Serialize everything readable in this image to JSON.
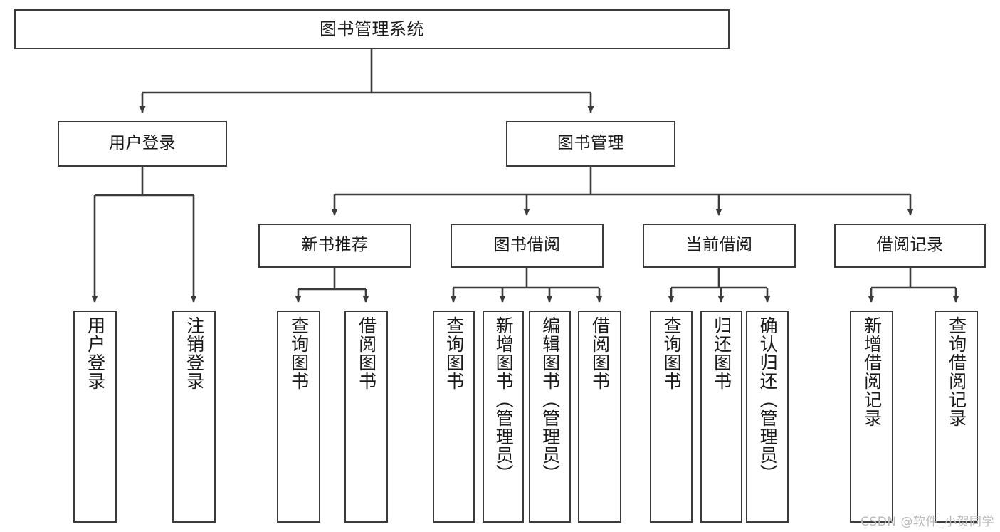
{
  "diagram": {
    "title": "图书管理系统",
    "watermark": "CSDN @软件_小贺同学",
    "line_color": "#3b3b3b",
    "box_border_color": "#3b3b3b",
    "background_color": "#ffffff",
    "text_color": "#1a1a1a",
    "watermark_color": "#b9b9b9"
  },
  "nodes": {
    "root": {
      "label": "图书管理系统"
    },
    "level2": [
      {
        "label": "用户登录"
      },
      {
        "label": "图书管理"
      }
    ],
    "level3": [
      {
        "label": "新书推荐"
      },
      {
        "label": "图书借阅"
      },
      {
        "label": "当前借阅"
      },
      {
        "label": "借阅记录"
      }
    ],
    "leaves": {
      "user_login": [
        {
          "label": "用户登录"
        },
        {
          "label": "注销登录"
        }
      ],
      "new_book_recommend": [
        {
          "label": "查询图书"
        },
        {
          "label": "借阅图书"
        }
      ],
      "book_borrow": [
        {
          "label": "查询图书"
        },
        {
          "label": "新增图书（管理员）"
        },
        {
          "label": "编辑图书（管理员）"
        },
        {
          "label": "借阅图书"
        }
      ],
      "current_borrow": [
        {
          "label": "查询图书"
        },
        {
          "label": "归还图书"
        },
        {
          "label": "确认归还（管理员）"
        }
      ],
      "borrow_records": [
        {
          "label": "新增借阅记录"
        },
        {
          "label": "查询借阅记录"
        }
      ]
    }
  }
}
